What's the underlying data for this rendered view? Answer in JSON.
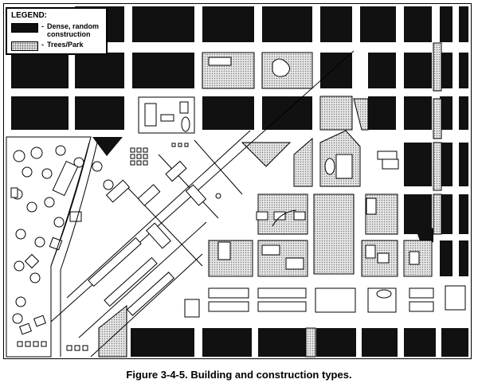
{
  "legend": {
    "title": "LEGEND:",
    "items": [
      {
        "dash": "-",
        "label": "Dense, random construction",
        "kind": "dense"
      },
      {
        "dash": "-",
        "label": "Trees/Park",
        "kind": "trees"
      }
    ]
  },
  "caption": "Figure 3-4-5.  Building and construction types.",
  "colors": {
    "dense": "#111111",
    "trees": "#e6e6e6",
    "road": "#ffffff",
    "outline": "#000000"
  }
}
